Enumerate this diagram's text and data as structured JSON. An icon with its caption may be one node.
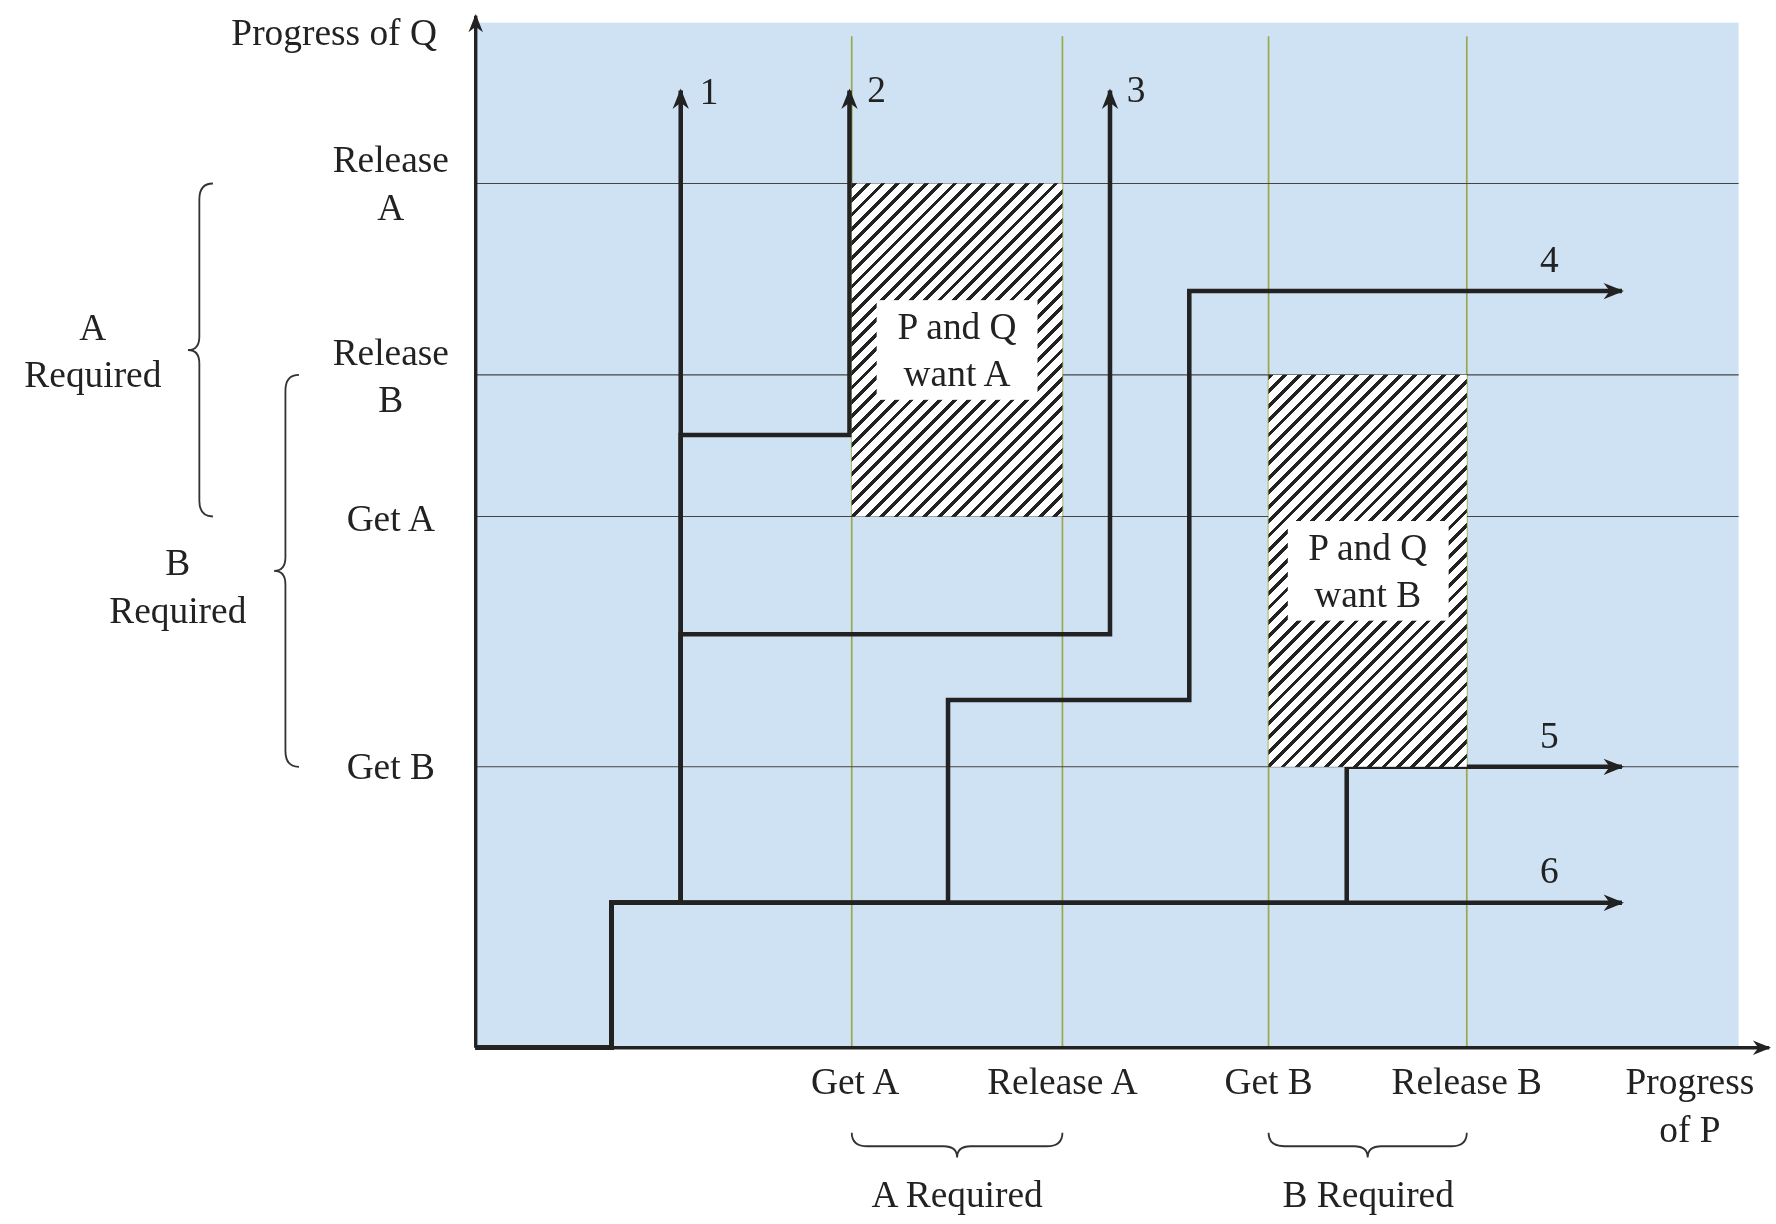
{
  "diagram": {
    "nodes": [
      {
        "text": [
          "P and Q want A"
        ]
      },
      {
        "text": [
          "P and Q want B"
        ]
      }
    ],
    "labels": [
      "Progress of Q",
      "1",
      "2",
      "3",
      "Release A",
      "4",
      "A Required",
      "Release B",
      "B Required",
      "Get A",
      "Get B",
      "5",
      "6",
      "Get A",
      "Release A",
      "Get B",
      "Release B",
      "Progress of P",
      "A Required",
      "B Required"
    ]
  }
}
